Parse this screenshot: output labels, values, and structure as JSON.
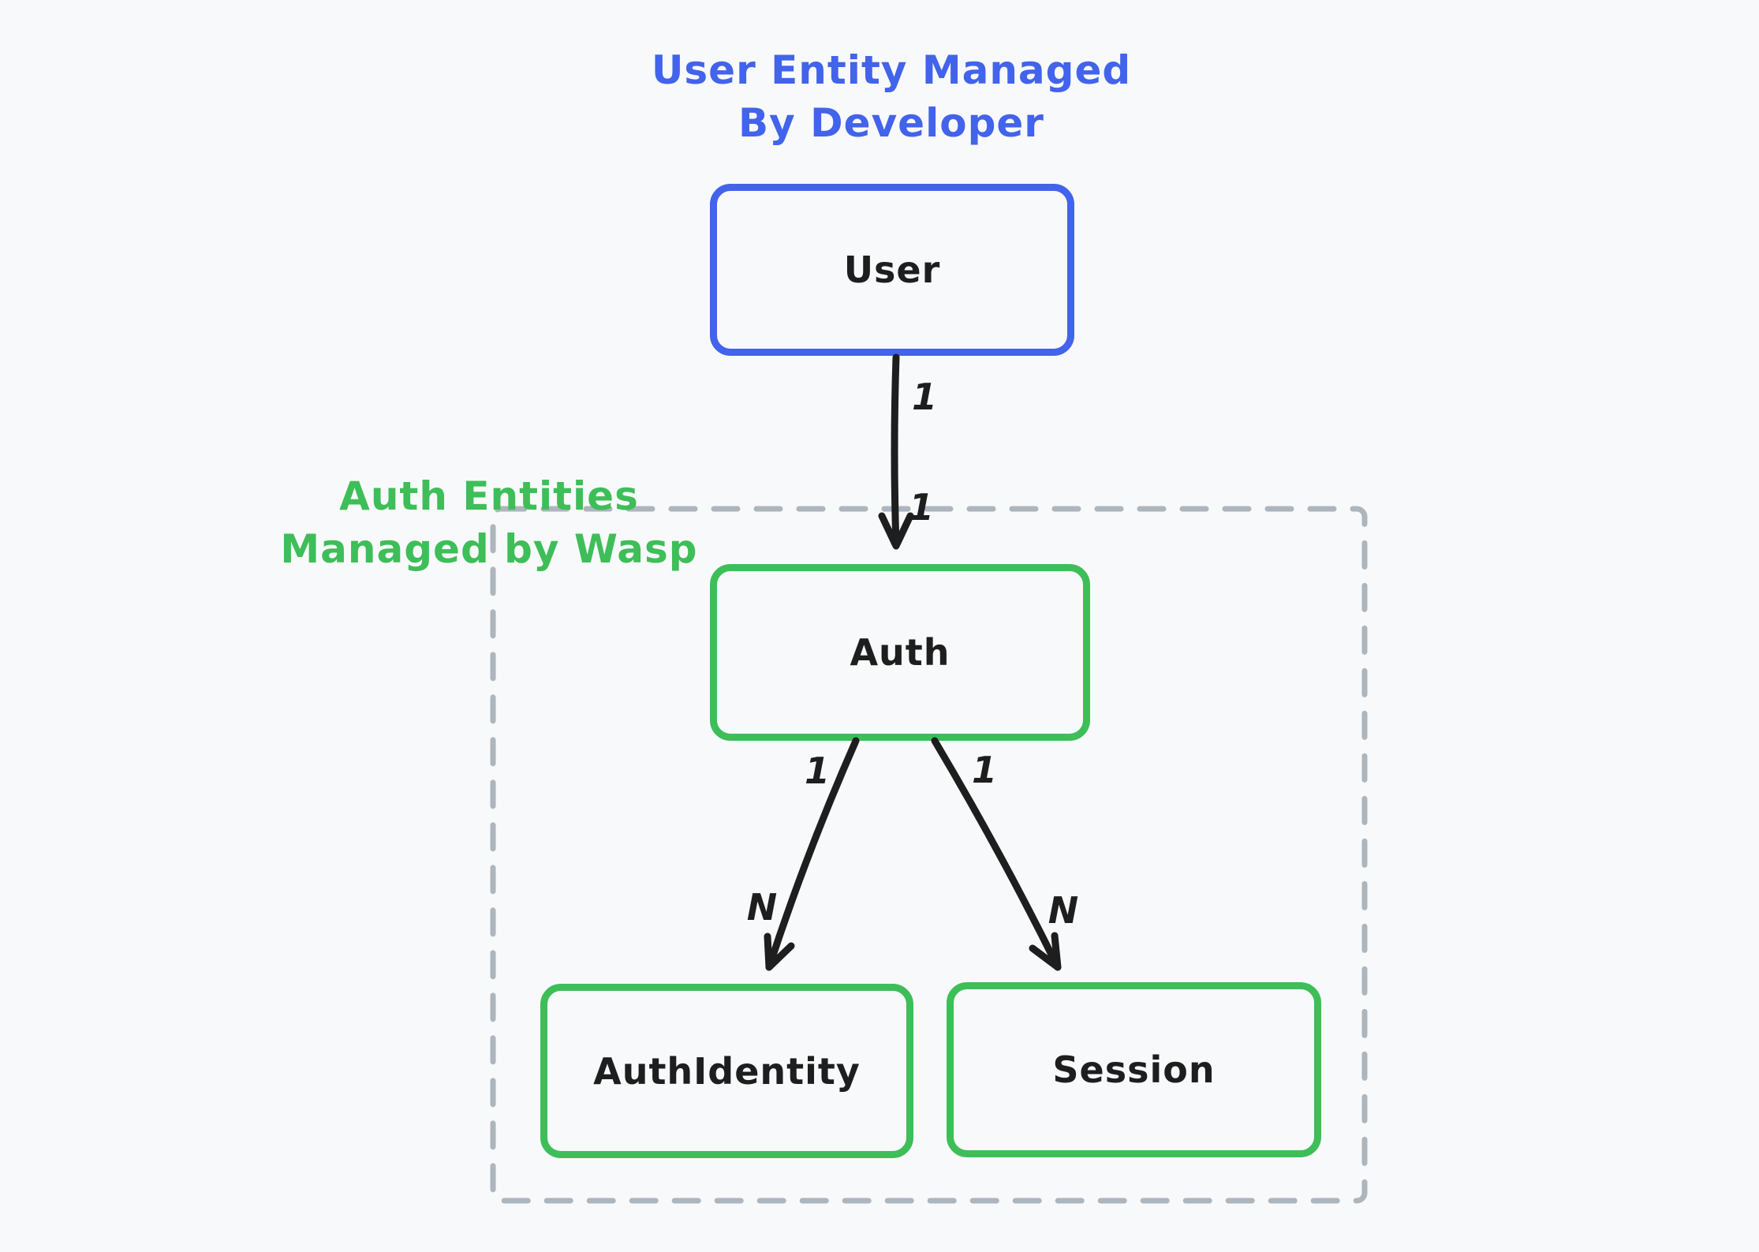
{
  "colors": {
    "bg": "#F8F9FB",
    "blue": "#4263EB",
    "green": "#3EBE58",
    "gray": "#ADB5BD",
    "ink": "#1E1E1E"
  },
  "captions": {
    "developer": {
      "line1": "User Entity Managed",
      "line2": "By Developer"
    },
    "wasp": {
      "line1": "Auth Entities",
      "line2": "Managed by Wasp"
    }
  },
  "nodes": {
    "user": {
      "label": "User"
    },
    "auth": {
      "label": "Auth"
    },
    "auth_identity": {
      "label": "AuthIdentity"
    },
    "session": {
      "label": "Session"
    }
  },
  "edges": {
    "user_to_auth": {
      "from": "User",
      "to": "Auth",
      "source_cardinality": "1",
      "target_cardinality": "1"
    },
    "auth_to_auth_identity": {
      "from": "Auth",
      "to": "AuthIdentity",
      "source_cardinality": "1",
      "target_cardinality": "N"
    },
    "auth_to_session": {
      "from": "Auth",
      "to": "Session",
      "source_cardinality": "1",
      "target_cardinality": "N"
    }
  }
}
